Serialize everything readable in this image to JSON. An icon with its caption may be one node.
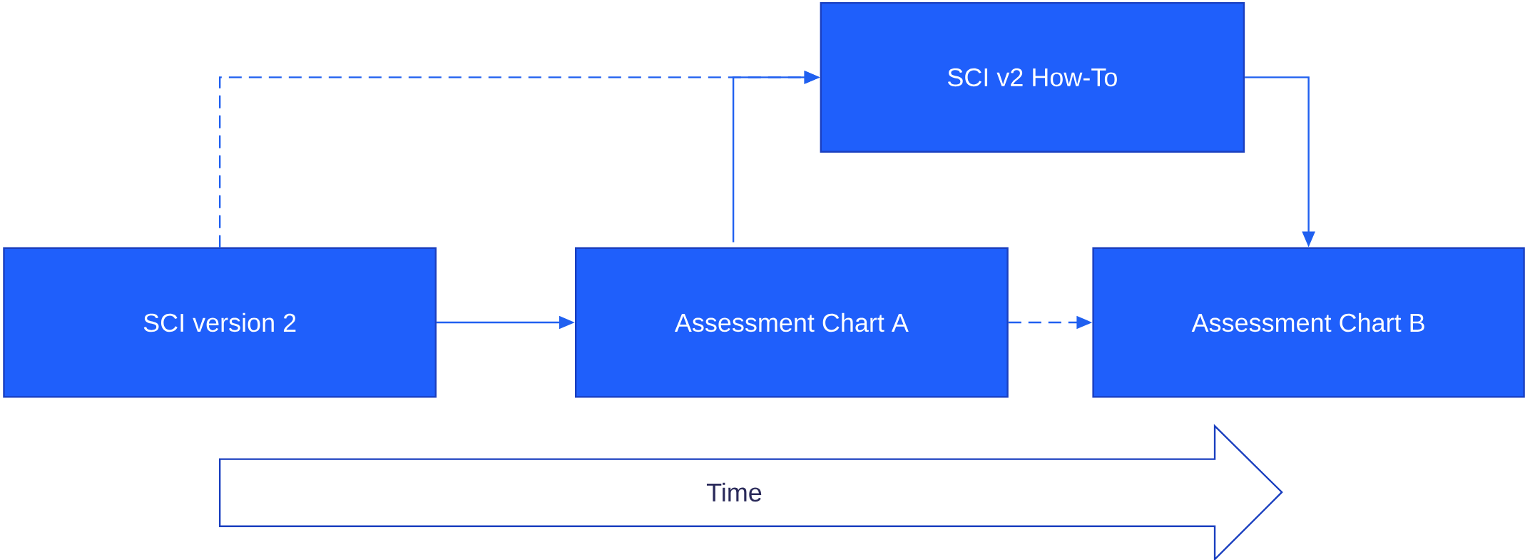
{
  "diagram": {
    "nodes": [
      {
        "text": [
          "SCI version 2"
        ]
      },
      {
        "text": [
          "Assessment Chart A"
        ]
      },
      {
        "text": [
          "SCI v2 How-To"
        ]
      },
      {
        "text": [
          "Assessment Chart B"
        ]
      },
      {
        "text": [
          "Time"
        ]
      }
    ],
    "edges": [
      {
        "from": 0,
        "to": 1,
        "arrow": "to"
      },
      {
        "from": 1,
        "to": 3,
        "arrow": "to",
        "style": "dashed"
      },
      {
        "from": 0,
        "to": 2,
        "arrow": "to",
        "style": "dashed"
      },
      {
        "from": 1,
        "to": 2,
        "arrow": "to"
      },
      {
        "from": 2,
        "to": 3,
        "arrow": "to"
      }
    ]
  }
}
